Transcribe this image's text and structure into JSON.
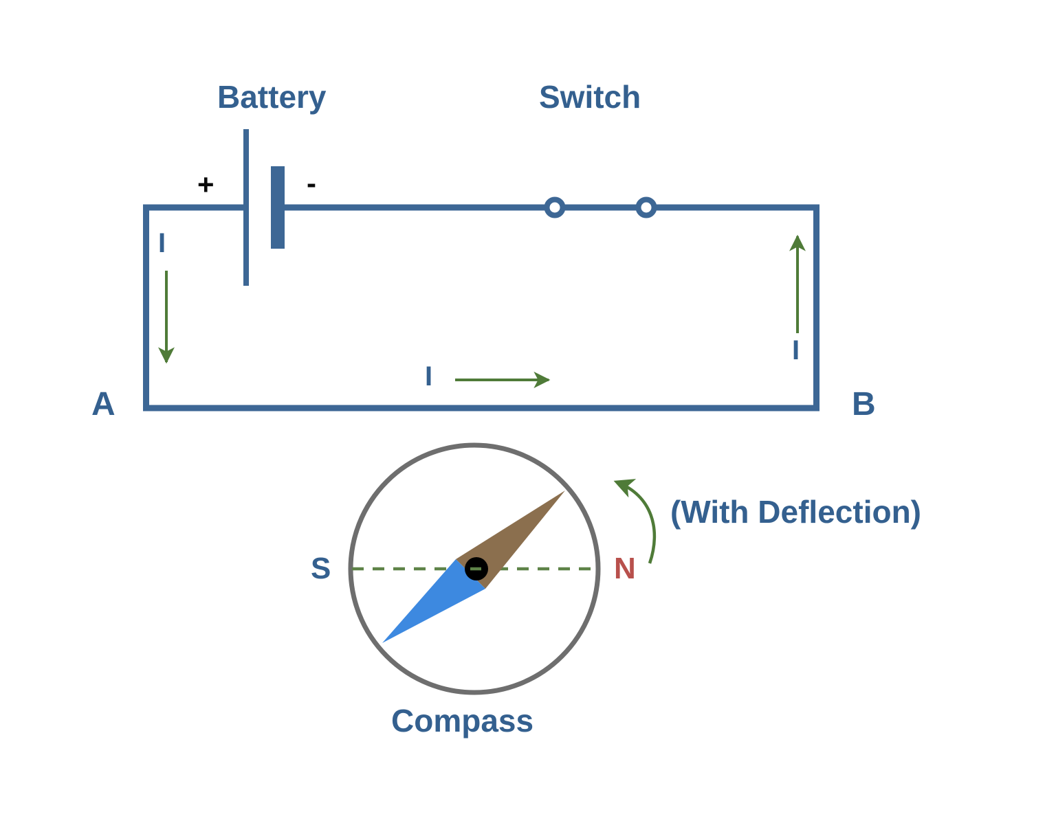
{
  "figure": {
    "title": "Circuit with compass showing deflection",
    "background_color": "#FFFFFF"
  },
  "colors": {
    "wire_blue": "#3D6795",
    "label_blue": "#34608F",
    "current_green": "#4F7B38",
    "needle_north_brown": "#8B6F4E",
    "needle_south_blue": "#3D89E0",
    "compass_ring_gray": "#6E6E6E",
    "pivot_black": "#000000",
    "label_red": "#B8504C",
    "sign_black": "#0A0A0A",
    "axis_dash_green": "#5E8348"
  },
  "circuit": {
    "battery": {
      "label": "Battery",
      "positive_sign": "+",
      "negative_sign": "-"
    },
    "switch": {
      "label": "Switch",
      "state": "closed",
      "terminal_count": 2
    },
    "terminals": {
      "left_label": "A",
      "right_label": "B"
    },
    "current_arrows": [
      {
        "name": "left-branch",
        "label": "I",
        "direction": "down"
      },
      {
        "name": "bottom-branch",
        "label": "I",
        "direction": "right"
      },
      {
        "name": "right-branch",
        "label": "I",
        "direction": "up"
      }
    ]
  },
  "compass": {
    "caption": "Compass",
    "annotation": "(With Deflection)",
    "cardinal_west_label": "S",
    "cardinal_east_label": "N",
    "needle": {
      "north_end_color": "#8B6F4E",
      "south_end_color": "#3D89E0",
      "deflection_angle_deg": 28,
      "deflection_direction": "counter-clockwise"
    },
    "reference_axis": "dashed horizontal S-N line",
    "deflection_arrow": {
      "name": "deflection-curved-arrow",
      "direction": "counter-clockwise"
    }
  }
}
